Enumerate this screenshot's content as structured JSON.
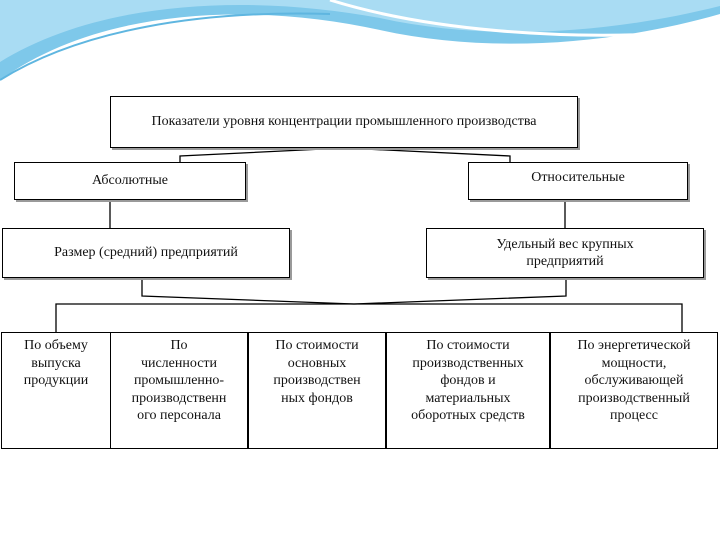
{
  "diagram": {
    "top": "Показатели уровня концентрации промышленного производства",
    "absolute": "Абсолютные",
    "relative": "Относительные",
    "size": "Размер (средний) предприятий",
    "share": "Удельный вес крупных предприятий",
    "indicators": [
      [
        "По объему",
        "выпуска",
        "продукции"
      ],
      [
        "По",
        "численности",
        "промышленно-",
        "производственн",
        "ого персонала"
      ],
      [
        "По стоимости",
        "основных",
        "производствен",
        "ных фондов"
      ],
      [
        "По стоимости",
        "производственных",
        "фондов и",
        "материальных",
        "оборотных средств"
      ],
      [
        "По энергетической",
        "мощности,",
        "обслуживающей",
        "производственный",
        "процесс"
      ]
    ]
  }
}
